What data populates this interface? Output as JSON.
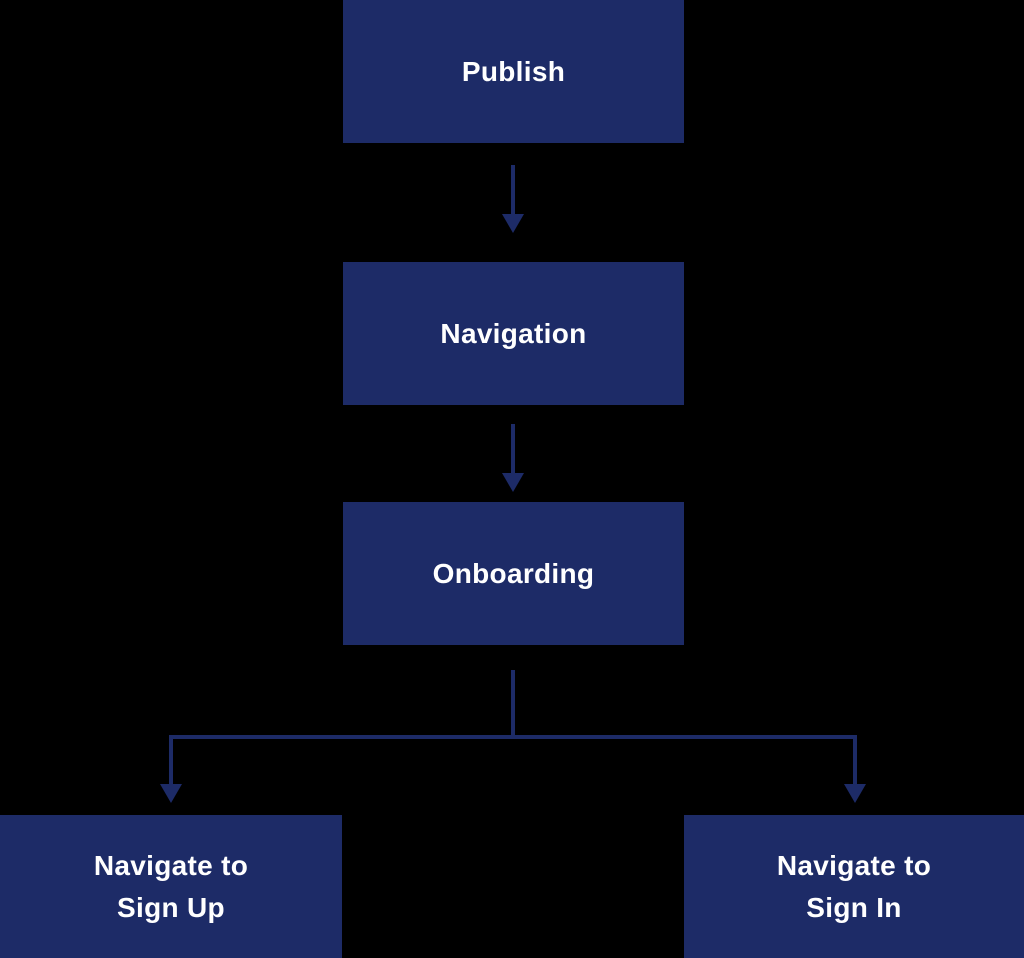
{
  "diagram": {
    "type": "flowchart",
    "colors": {
      "background": "#000000",
      "node": "#1d2b67",
      "arrow": "#1d2b67",
      "text": "#ffffff"
    },
    "nodes": [
      {
        "id": "publish",
        "label": "Publish"
      },
      {
        "id": "navigation",
        "label": "Navigation"
      },
      {
        "id": "onboarding",
        "label": "Onboarding"
      },
      {
        "id": "navigate-sign-up",
        "label": "Navigate to Sign Up",
        "line1": "Navigate to",
        "line2": "Sign Up"
      },
      {
        "id": "navigate-sign-in",
        "label": "Navigate to Sign In",
        "line1": "Navigate to",
        "line2": "Sign In"
      }
    ],
    "edges": [
      {
        "from": "publish",
        "to": "navigation"
      },
      {
        "from": "navigation",
        "to": "onboarding"
      },
      {
        "from": "onboarding",
        "to": "navigate-sign-up"
      },
      {
        "from": "onboarding",
        "to": "navigate-sign-in"
      }
    ]
  }
}
